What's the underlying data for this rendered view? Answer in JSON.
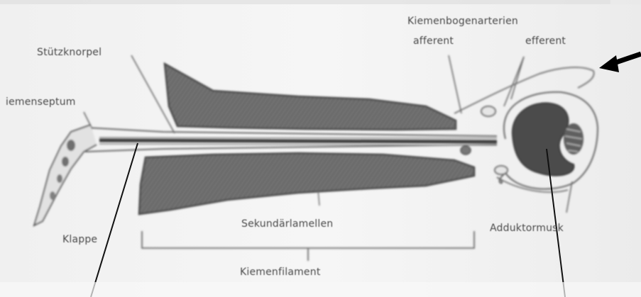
{
  "labels": {
    "stutzknorpel": "Stützknorpel",
    "septum": "iemenseptum",
    "klappe": "Klappe",
    "sekundar": "Sekundärlamellen",
    "filament": "Kiemenfilament",
    "afferent_arteries": "Kiemenbogenarterien",
    "afferent": "afferent",
    "efferent": "efferent",
    "adductor": "Adduktormusk"
  },
  "colors": {
    "paper": "#f4f4f4",
    "lamella": "#6e6e6e",
    "lamella_dark": "#4f4f4f",
    "outline": "#555555",
    "blood_vessel": "#4a4a4a"
  }
}
